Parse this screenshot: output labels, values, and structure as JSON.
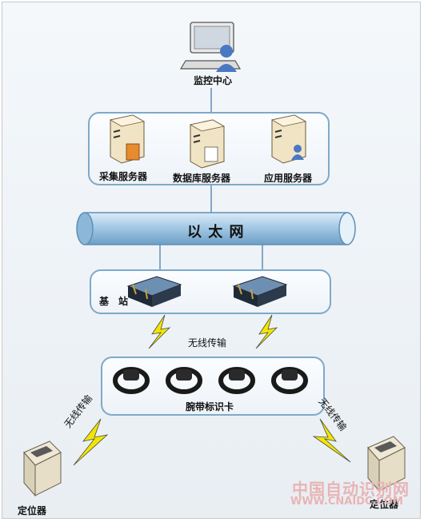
{
  "monitor_center": {
    "label": "监控中心",
    "icon": "workstation-user-icon"
  },
  "servers": [
    {
      "label": "采集服务器",
      "icon": "server-tower-icon"
    },
    {
      "label": "数据库服务器",
      "icon": "server-tower-icon"
    },
    {
      "label": "应用服务器",
      "icon": "server-user-icon"
    }
  ],
  "ethernet": {
    "label": "以 太 网"
  },
  "base_station": {
    "label": "基　站",
    "icon": "router-icon"
  },
  "wireless_center": {
    "label": "无线传输"
  },
  "wristband": {
    "label": "腕带标识卡",
    "icon": "wristband-icon"
  },
  "wireless_left": {
    "label": "无线传输"
  },
  "wireless_right": {
    "label": "无线传输"
  },
  "locator_left": {
    "label": "定位器",
    "icon": "locator-device-icon"
  },
  "locator_right": {
    "label": "定位器",
    "icon": "locator-device-icon"
  },
  "watermark": {
    "line1": "中国自动识别网",
    "line2": "WWW.CNAIDC.COM"
  },
  "colors": {
    "border": "#7fa9c9",
    "pipe": "#9fc6e4",
    "lightning": "#f2e600"
  }
}
